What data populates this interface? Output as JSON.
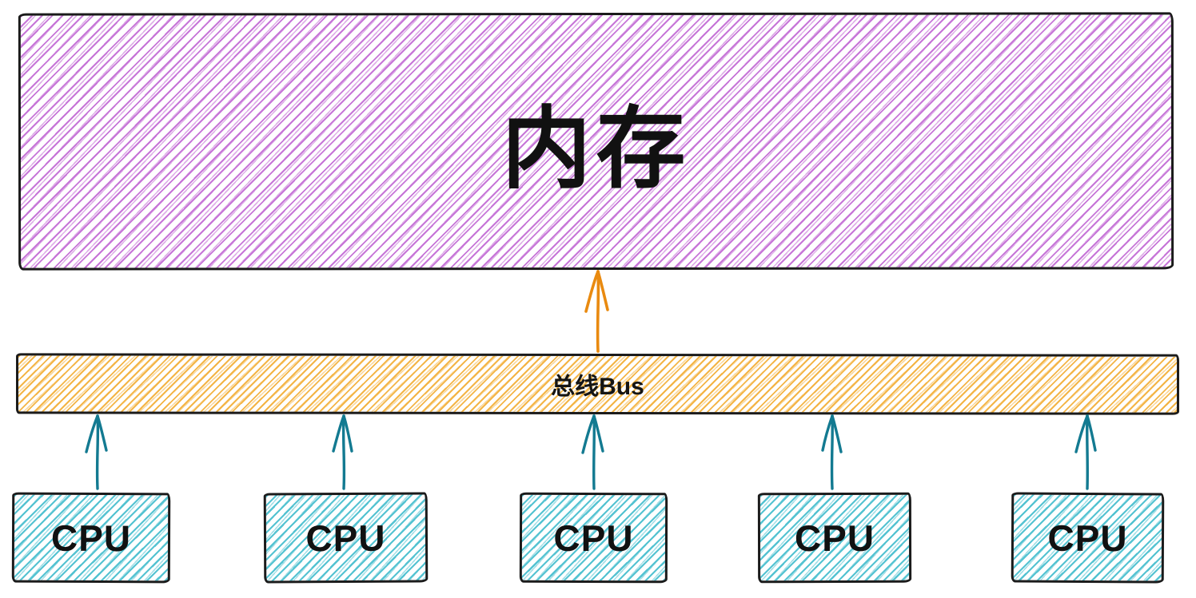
{
  "diagram": {
    "background_color": "#ffffff",
    "outline_color": "#1b1b1b",
    "text_color": "#111111",
    "memory": {
      "label": "内存",
      "fill_color": "#c46fd6",
      "fill_style": "hachure"
    },
    "bus": {
      "label": "总线Bus",
      "fill_color": "#f3b13d",
      "fill_style": "hachure"
    },
    "cpus": [
      {
        "label": "CPU"
      },
      {
        "label": "CPU"
      },
      {
        "label": "CPU"
      },
      {
        "label": "CPU"
      },
      {
        "label": "CPU"
      }
    ],
    "cpu_fill_color": "#4cc0cf",
    "arrows": {
      "bus_to_memory": {
        "color": "#e98a10",
        "direction": "up"
      },
      "cpu_to_bus": {
        "color": "#137a91",
        "direction": "up",
        "count": 5
      }
    }
  }
}
